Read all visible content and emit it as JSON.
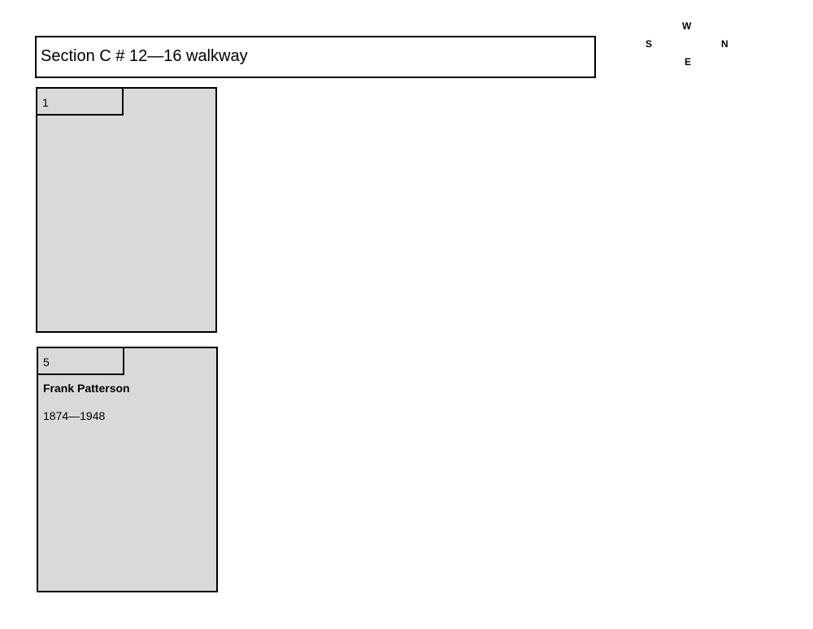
{
  "title": "Section C # 12—16 walkway",
  "compass": {
    "north": "N",
    "south": "S",
    "east": "E",
    "west": "W"
  },
  "plots": [
    {
      "number": "1"
    },
    {
      "number": "5",
      "name": "Frank Patterson",
      "years": "1874—1948"
    }
  ]
}
